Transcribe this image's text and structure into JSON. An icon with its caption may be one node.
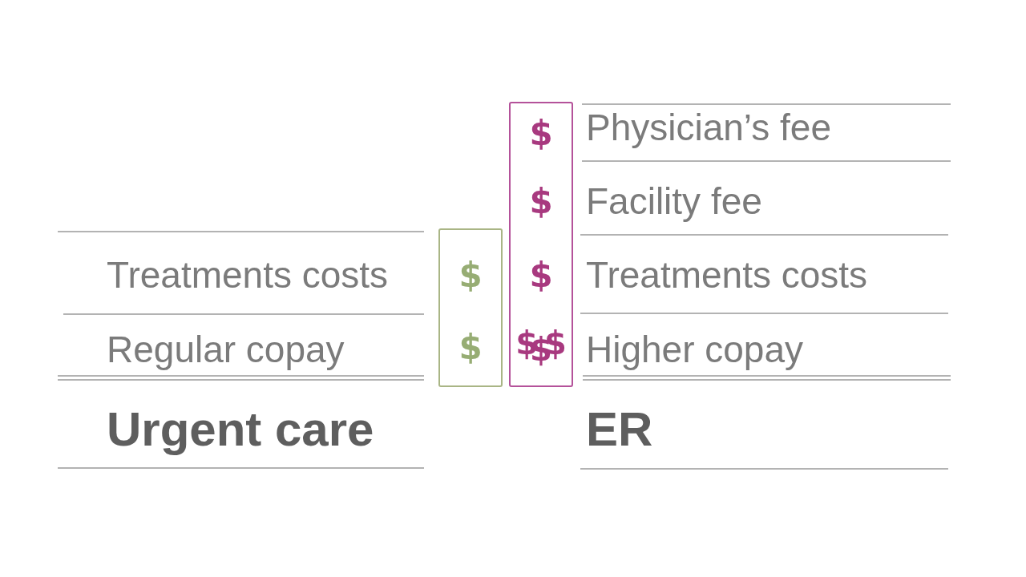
{
  "diagram": {
    "nodes": [
      {
        "text": [
          "$",
          "$"
        ]
      },
      {
        "text": [
          "$",
          "$",
          "$",
          "$$$"
        ]
      }
    ],
    "labels": [
      "Physician’s fee",
      "Facility fee",
      "Treatments costs",
      "Treatments costs",
      "Regular copay",
      "Higher copay",
      "Urgent care",
      "ER"
    ]
  }
}
